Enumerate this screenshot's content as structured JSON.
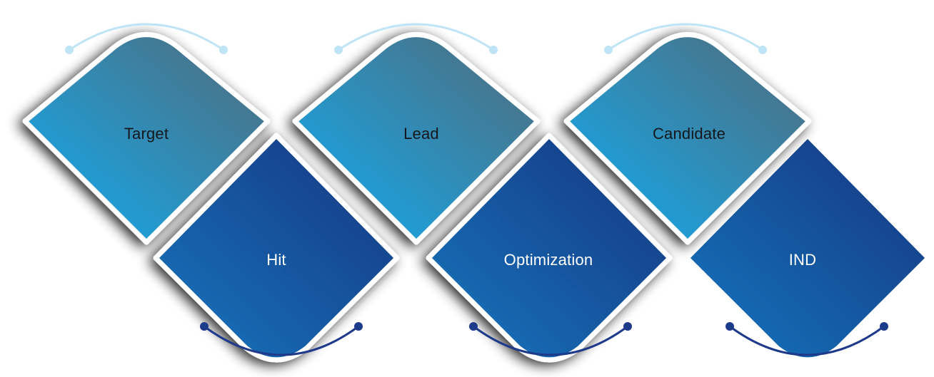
{
  "stages": [
    {
      "label": "Target"
    },
    {
      "label": "Hit"
    },
    {
      "label": "Lead"
    },
    {
      "label": "Optimization"
    },
    {
      "label": "Candidate"
    },
    {
      "label": "IND"
    }
  ],
  "colors": {
    "top_start": "#1aa3e0",
    "top_end": "#4f6d7e",
    "bottom_start": "#1370b8",
    "bottom_end": "#173a85",
    "arc_top": "#bfe4f6",
    "arc_bottom": "#1e3a8a",
    "border": "#ffffff"
  }
}
